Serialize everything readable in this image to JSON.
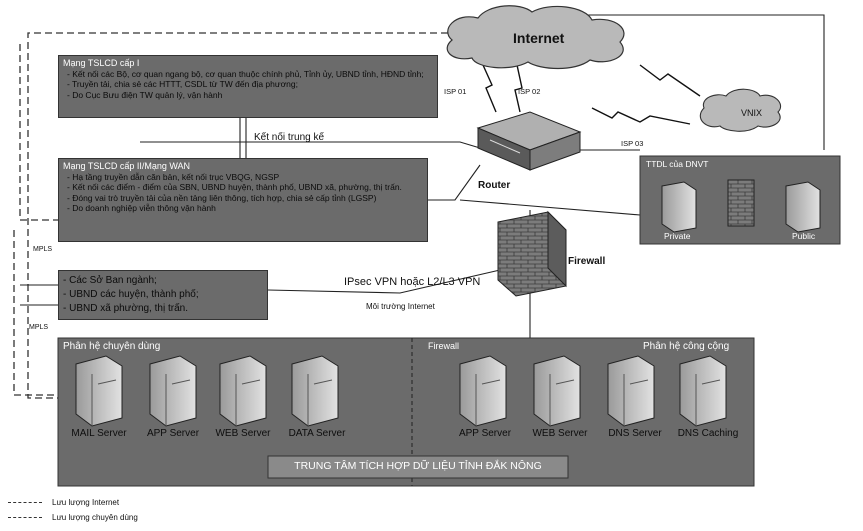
{
  "internet": "Internet",
  "vnix": "VNIX",
  "router": "Router",
  "firewall_main": "Firewall",
  "isp": [
    "ISP 01",
    "ISP 02",
    "ISP 03"
  ],
  "tslcd1": {
    "title": "Mạng TSLCD cấp I",
    "items": [
      "Kết nối các Bộ, cơ quan ngang bộ, cơ quan thuộc chính phủ, Tỉnh ủy, UBND tỉnh, HĐND tỉnh;",
      "Truyền tải, chia sẻ các HTTT, CSDL từ TW đến địa phương;",
      "Do Cục Bưu điện TW quản lý, vận hành"
    ]
  },
  "ket_noi_trung_ke": "Kết nối trung kế",
  "tslcd2": {
    "title": "Mạng TSLCD cấp II/Mạng WAN",
    "items": [
      "Hạ tầng truyền dẫn căn bản, kết nối trục VBQG, NGSP",
      "Kết nối các điểm - điểm của SBN, UBND huyện, thành phố, UBND xã, phường, thị trấn.",
      "Đóng vai trò truyền tải của nền tảng liên thông, tích hợp, chia sẻ cấp tỉnh (LGSP)",
      "Do doanh nghiệp viễn thông vận hành"
    ]
  },
  "mpls": "MPLS",
  "sobannganh": {
    "items": [
      "Các Sở Ban ngành;",
      "UBND các huyện, thành phố;",
      "UBND xã phường, thị trấn."
    ]
  },
  "vpn_label": "IPsec VPN hoặc L2/L3 VPN",
  "moi_truong_internet": "Môi trường Internet",
  "ttdl": {
    "title": "TTDL của DNVT",
    "private": "Private",
    "public": "Public"
  },
  "center": {
    "left_title": "Phân hệ chuyên dùng",
    "firewall": "Firewall",
    "right_title": "Phân hệ công cộng",
    "left_servers": [
      "MAIL Server",
      "APP Server",
      "WEB Server",
      "DATA Server"
    ],
    "right_servers": [
      "APP Server",
      "WEB Server",
      "DNS Server",
      "DNS Caching"
    ],
    "banner": "TRUNG TÂM TÍCH HỢP DỮ LIỆU TỈNH ĐẮK NÔNG"
  },
  "legend": [
    "Lưu lượng Internet",
    "Lưu lượng chuyên dùng"
  ],
  "colors": {
    "box_fill": "#6b6b6b",
    "cloud_fill": "#b9b9b9",
    "wall": "#7a7a7a"
  }
}
